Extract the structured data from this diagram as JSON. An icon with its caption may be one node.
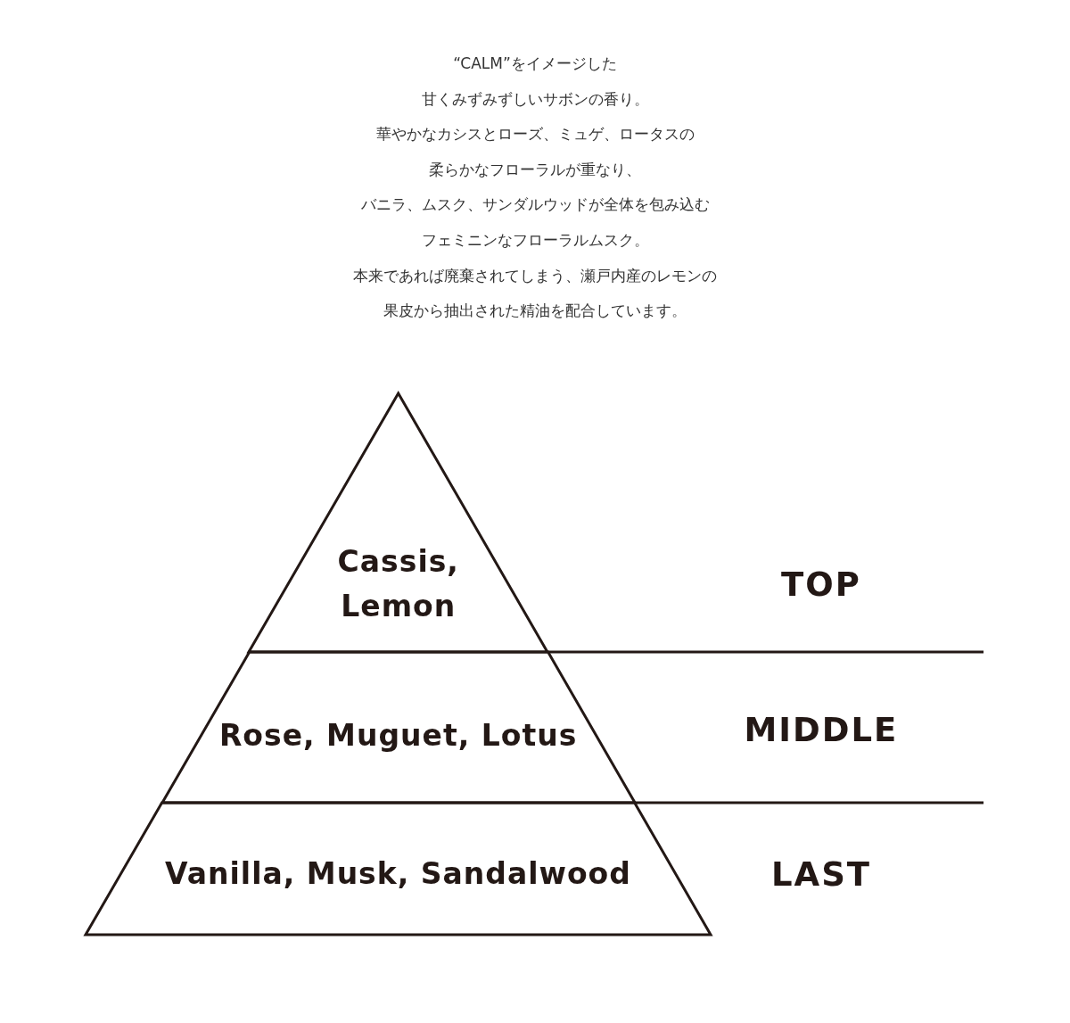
{
  "diagram": {
    "nodes": [
      {
        "text": [
          "Cassis, Lemon"
        ]
      },
      {
        "text": [
          "Rose, Muguet, Lotus"
        ]
      },
      {
        "text": [
          "Vanilla, Musk, Sandalwood"
        ]
      }
    ],
    "labels": [
      "“CALM”をイメージした",
      "甘くみずみずしいサボンの香り。",
      "華やかなカシスとローズ、ミュゲ、ロータスの",
      "柔らかなフローラルが重なり、",
      "バニラ、ムスク、サンダルウッドが全体を包み込む",
      "フェミニンなフローラルムスク。",
      "本来であれば廃棄されてしまう、瀬戸内産のレモンの",
      "果皮から抽出された精油を配合しています。",
      "TOP",
      "MIDDLE",
      "LAST"
    ]
  }
}
